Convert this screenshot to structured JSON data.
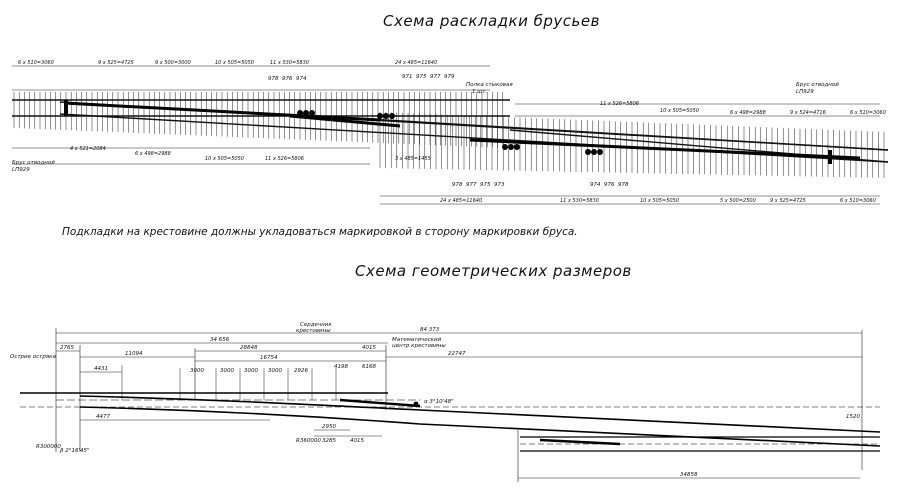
{
  "title_layout": "Схема раскладки брусьев",
  "title_geometry": "Схема геометрических размеров",
  "note": "Подкладки на крестовине должны укладоваться маркировкой в сторону маркировки бруса.",
  "layout_labels": {
    "beam_start": "Брус отводной\nLП929",
    "beam_end": "Брус отводной\nLП929",
    "gauge_marks": "Полка стыковая\n1 шт.",
    "pad_numbers_top_left": [
      "978",
      "976",
      "974"
    ],
    "pad_numbers_top_mid": [
      "971",
      "975",
      "977",
      "979"
    ],
    "pad_numbers_bottom_left": [
      "978",
      "977",
      "975",
      "973"
    ],
    "pad_numbers_bottom_right": [
      "974",
      "976",
      "978"
    ],
    "spacing_top": [
      "6 x 510=3060",
      "9 x 525=4725",
      "9 x 500=3000",
      "10 x 505=5050",
      "11 x 530=5830",
      "24 x 485=11640"
    ],
    "spacing_right_top": [
      "11 x 526=5806",
      "10 x 505=5050",
      "6 x 498=2988",
      "9 x 524=4716",
      "6 x 510=3060"
    ],
    "spacing_bottom_left": [
      "4 x 521=2084",
      "6 x 498=2988",
      "10 x 505=5050",
      "11 x 526=5806",
      "3 x 485=1455",
      "24 x 485=11640"
    ],
    "spacing_bottom_right": [
      "11 x 530=5830",
      "10 x 505=5050",
      "5 x 500=2500",
      "9 x 525=4725",
      "6 x 510=3060"
    ]
  },
  "geometry_labels": {
    "frame_rail": "Острие остряка",
    "dim_total": "84 373",
    "dim_left": "34 656",
    "dim_2765": "2765",
    "dim_11094": "11094",
    "dim_28848": "28848",
    "dim_4015": "4015",
    "dim_22747": "22747",
    "dim_16754": "16754",
    "dim_4431": "4431",
    "dim_4477": "4477",
    "dim_6168": "6168",
    "dim_1520": "1520",
    "dim_2950": "2950",
    "dim_3285": "3285",
    "dim_4015_b": "4015",
    "dim_34858": "34858",
    "angle_1": "R300000",
    "angle_2": "β 2°16'45\"",
    "angle_3": "α 3°10'48\"",
    "radius": "R360000",
    "flange_label": "Сердечник\nкрестовины",
    "mathcenter": "Математический\nцентр крестовины",
    "stations": [
      "3000",
      "3000",
      "3000",
      "3000",
      "2926",
      "4198"
    ]
  }
}
